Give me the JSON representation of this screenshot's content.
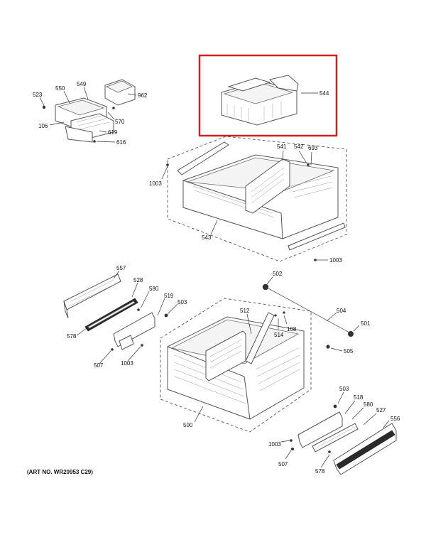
{
  "art_number": "(ART NO. WR20953 C29)",
  "highlight_color": "#d21f1f",
  "highlighted_part": "544",
  "callouts": {
    "c523": "523",
    "c550": "550",
    "c549": "549",
    "c962": "962",
    "c570": "570",
    "c106": "106",
    "c619": "619",
    "c616": "616",
    "c544": "544",
    "c541": "541",
    "c542": "542",
    "c693": "693",
    "c1003a": "1003",
    "c543": "543",
    "c1003b": "1003",
    "c557": "557",
    "c528": "528",
    "c580a": "580",
    "c519": "519",
    "c503a": "503",
    "c578a": "578",
    "c507a": "507",
    "c1003c": "1003",
    "c502": "502",
    "c512": "512",
    "c514": "514",
    "c108": "108",
    "c504": "504",
    "c501": "501",
    "c505": "505",
    "c500": "500",
    "c503b": "503",
    "c518": "518",
    "c580b": "580",
    "c527": "527",
    "c556": "556",
    "c1003d": "1003",
    "c507b": "507",
    "c578b": "578"
  }
}
